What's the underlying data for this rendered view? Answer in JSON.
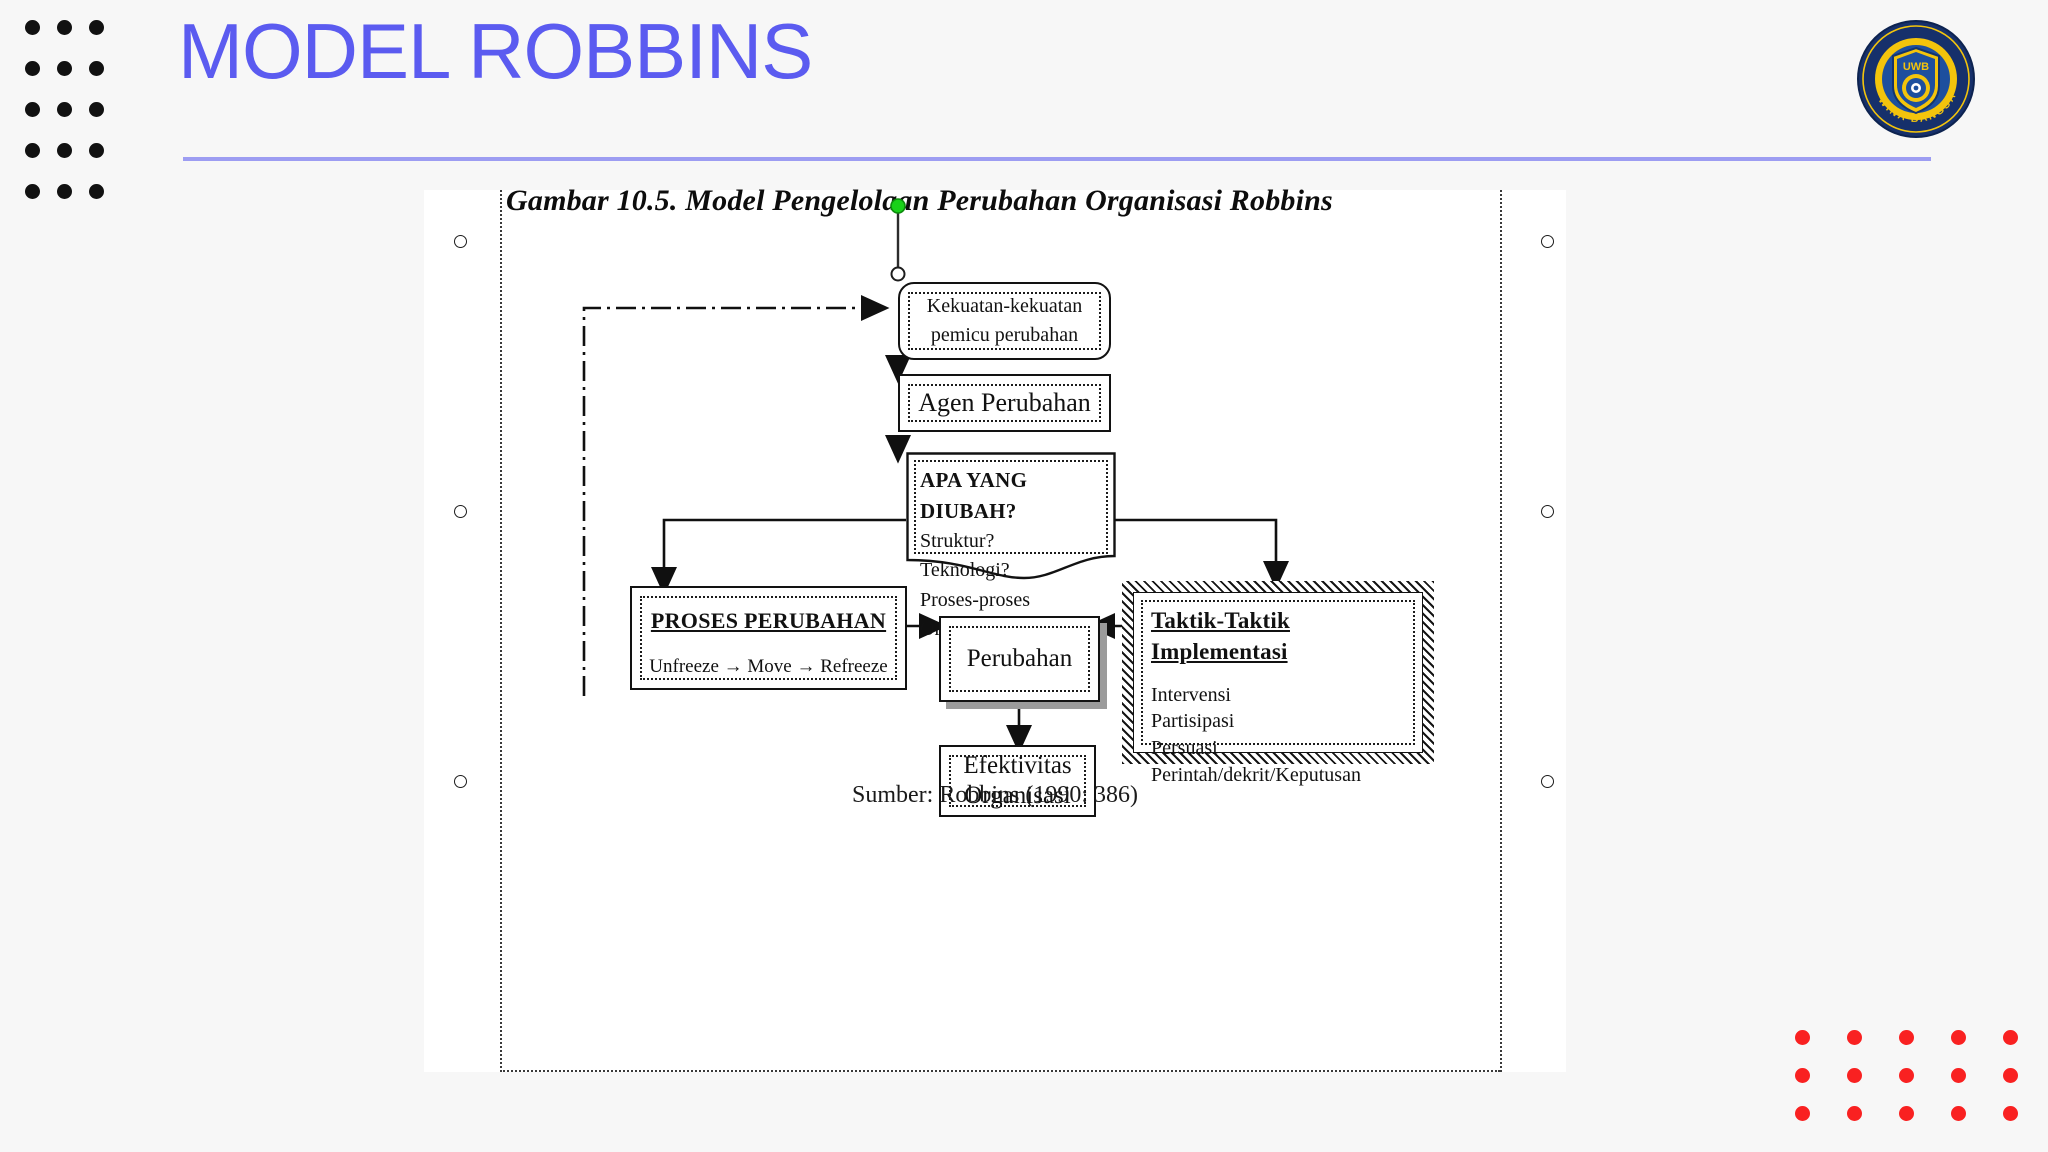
{
  "slide": {
    "title": "MODEL ROBBINS",
    "accent_color": "#5b5bf0",
    "rule_color": "#9d9df2",
    "background": "#f7f7f7",
    "left_dot_color": "#111111",
    "right_dot_color": "#f92121",
    "left_dots": {
      "columns": 3,
      "rows": 5
    },
    "right_dots": {
      "columns": 5,
      "rows": 3
    }
  },
  "logo": {
    "name": "universitas-wina-bangsa-logo",
    "outer_text_top": "UNIVERSITAS",
    "outer_text_bottom": "WINA BANGSA",
    "shield_text": "UWB",
    "ring_color": "#16306b",
    "disc_color": "#f3c40c",
    "shield_color": "#1d4f9e"
  },
  "figure": {
    "caption_title": "Gambar 10.5. Model Pengelolaan Perubahan Organisasi Robbins",
    "source": "Sumber: Robbins (1990: 386)",
    "nodes": {
      "kekuatan": {
        "line1": "Kekuatan-kekuatan",
        "line2": "pemicu perubahan"
      },
      "agen": {
        "label": "Agen Perubahan"
      },
      "apa_yang_diubah": {
        "heading": "APA YANG DIUBAH?",
        "items": [
          "Struktur?",
          "Teknologi?",
          "Proses-proses Organisasi?"
        ]
      },
      "proses_perubahan": {
        "heading": "PROSES PERUBAHAN",
        "body": "Unfreeze → Move → Refreeze"
      },
      "perubahan": {
        "label": "Perubahan"
      },
      "taktik": {
        "heading": "Taktik-Taktik Implementasi",
        "items": [
          "Intervensi",
          "Partisipasi",
          "Persuasi",
          "Perintah/dekrit/Keputusan"
        ]
      },
      "efektivitas": {
        "line1": "Efektivitas",
        "line2": "Organisasi"
      }
    }
  }
}
